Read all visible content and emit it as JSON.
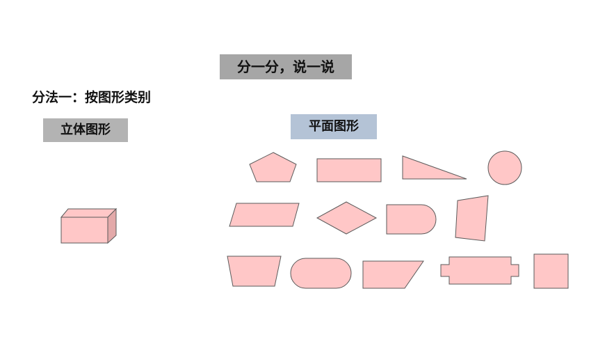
{
  "title": "分一分，说一说",
  "method_label": "分法一：按图形类别",
  "solid_label": "立体图形",
  "plane_label": "平面图形",
  "colors": {
    "title_bg": "#a6a6a6",
    "solid_bg": "#b3b3b3",
    "plane_bg": "#b4c3d6",
    "shape_fill": "#ffc7c7",
    "shape_side": "#e3a9a9",
    "shape_stroke": "#5a5a5a"
  },
  "shapes": {
    "solid": [
      "cuboid"
    ],
    "plane": [
      "pentagon",
      "rectangle",
      "right-triangle",
      "circle",
      "parallelogram",
      "rhombus",
      "semicircle-rectangle",
      "quadrilateral",
      "trapezoid",
      "stadium",
      "irregular-quadrilateral",
      "notched-rectangle",
      "square"
    ]
  }
}
